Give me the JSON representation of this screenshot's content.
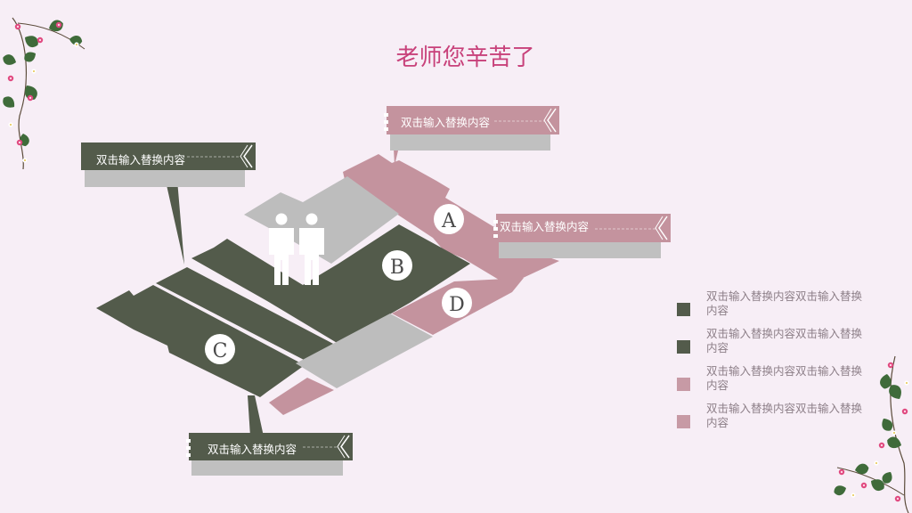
{
  "title": "老师您辛苦了",
  "callouts": {
    "top_left": "双击输入替换内容",
    "top_center": "双击输入替换内容",
    "right": "双击输入替换内容",
    "bottom": "双击输入替换内容"
  },
  "markers": {
    "a": "A",
    "b": "B",
    "c": "C",
    "d": "D"
  },
  "legend": [
    {
      "text": "双击输入替换内容双击输入替换内容",
      "color": "#535b4b"
    },
    {
      "text": "双击输入替换内容双击输入替换内容",
      "color": "#535b4b"
    },
    {
      "text": "双击输入替换内容双击输入替换内容",
      "color": "#c79aa5"
    },
    {
      "text": "双击输入替换内容双击输入替换内容",
      "color": "#c79aa5"
    }
  ],
  "colors": {
    "dark": "#535b4b",
    "pink": "#c4939e",
    "gray": "#bdbdbd",
    "title": "#c8417a",
    "background": "#f7eef6"
  },
  "icons": [
    "people-icon",
    "flower-corner-top-left",
    "flower-corner-bottom-right"
  ]
}
